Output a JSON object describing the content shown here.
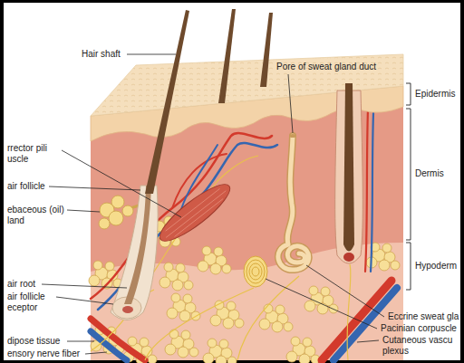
{
  "diagram": {
    "labels": [
      "Hair shaft",
      "Pore of sweat gland duct",
      "Epidermis",
      "rrector pili uscle",
      "air follicle",
      "Dermis",
      "ebaceous (oil) land",
      "Hypoderm",
      "air root",
      "air follicle eceptor",
      "Eccrine sweat gla",
      "Pacinian corpuscle",
      "dipose tissue",
      "Cutaneous vascu plexus",
      "ensory nerve fiber"
    ]
  }
}
